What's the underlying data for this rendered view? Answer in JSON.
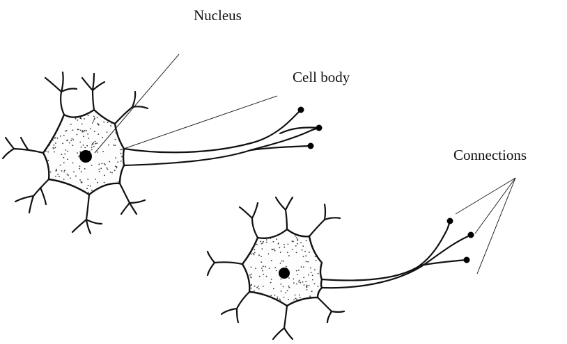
{
  "labels": {
    "nucleus": "Nucleus",
    "cell_body": "Cell body",
    "connections": "Connections"
  },
  "colors": {
    "ink": "#111111",
    "background": "#ffffff"
  }
}
